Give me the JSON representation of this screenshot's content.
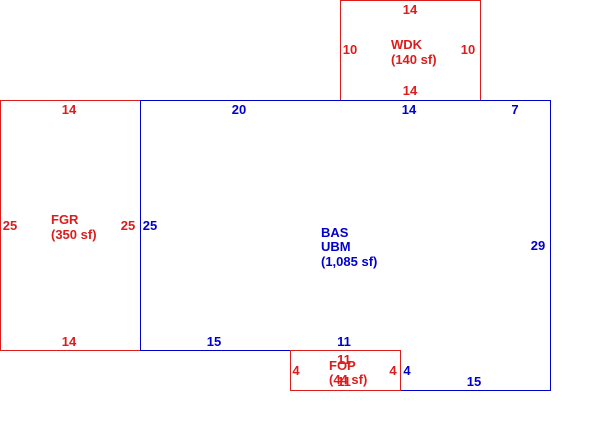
{
  "colors": {
    "accessory": "#dd1c1c",
    "main": "#0000cc"
  },
  "areas": {
    "wdk": {
      "code": "WDK",
      "area": "(140 sf)",
      "dims": {
        "top": "14",
        "left": "10",
        "right": "10",
        "bottom": "14"
      }
    },
    "fgr": {
      "code": "FGR",
      "area": "(350 sf)",
      "dims": {
        "top": "14",
        "left": "25",
        "right": "25",
        "bottom": "14"
      }
    },
    "bas": {
      "code": "BAS",
      "code2": "UBM",
      "area": "(1,085 sf)",
      "dims": {
        "top_a": "20",
        "top_b": "14",
        "top_c": "7",
        "left": "25",
        "right": "29",
        "bottom_a": "15",
        "bottom_b": "11",
        "notch_right": "4",
        "bottom_c": "15"
      }
    },
    "fop": {
      "code": "FOP",
      "area": "(44 sf)",
      "dims": {
        "top": "11",
        "left": "4",
        "right": "4",
        "bottom": "11"
      }
    }
  }
}
